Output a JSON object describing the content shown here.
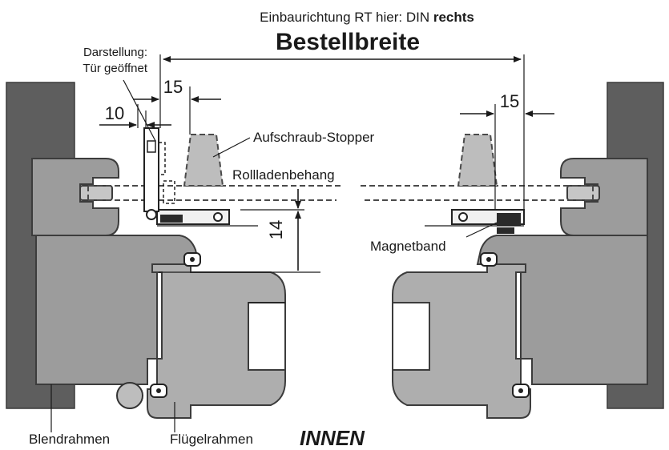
{
  "header": {
    "install_direction_prefix": "Einbaurichtung RT hier: DIN ",
    "install_direction_bold": "rechts",
    "order_width": "Bestellbreite"
  },
  "labels": {
    "display_line1": "Darstellung:",
    "display_line2": "Tür geöffnet",
    "stopper": "Aufschraub-Stopper",
    "curtain": "Rollladenbehang",
    "magnet_band": "Magnetband",
    "outer_frame": "Blendrahmen",
    "sash_frame": "Flügelrahmen",
    "inside": "INNEN"
  },
  "dimensions": {
    "left_10": "10",
    "left_15": "15",
    "right_15": "15",
    "vertical_14": "14"
  },
  "colors": {
    "wall": "#5e5e5e",
    "frame": "#9c9c9c",
    "sash": "#aeaeae",
    "outline": "#3c3c3c"
  }
}
